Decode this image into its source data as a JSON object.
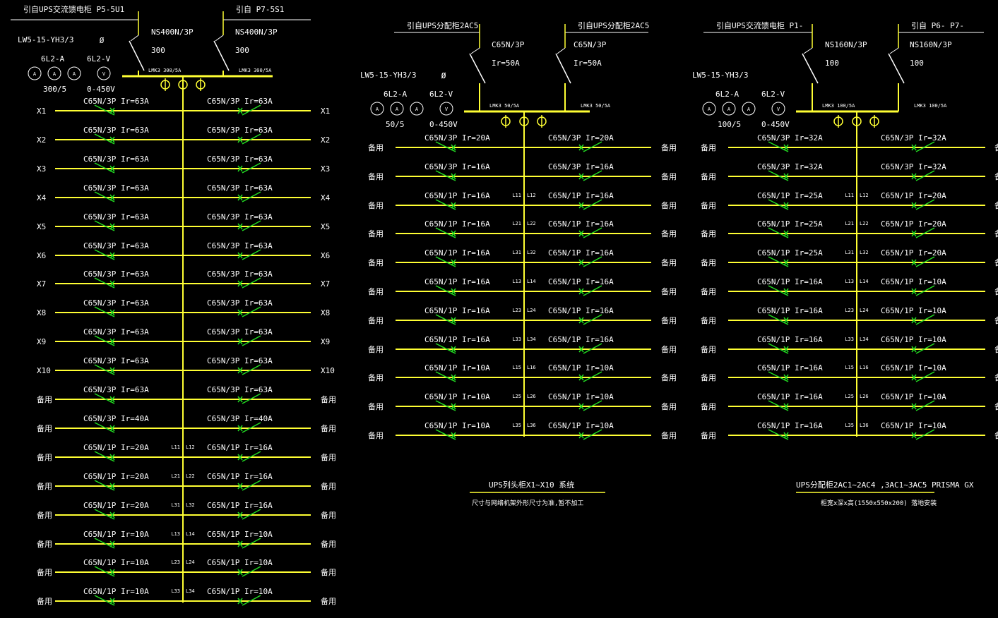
{
  "colors": {
    "background": "#000000",
    "bus": "#ffff33",
    "breaker": "#22dd22",
    "text": "#ffffff"
  },
  "panels": [
    {
      "id": "panel-1",
      "sources": [
        {
          "label": "引自UPS交流馈电柜 P5-5U1",
          "breaker": "NS400N/3P",
          "rating": "300",
          "lmk": "LMK3 300/5A"
        },
        {
          "label": "引自 P7-5S1",
          "breaker": "NS400N/3P",
          "rating": "300",
          "lmk": "LMK3 300/5A"
        }
      ],
      "meters": {
        "switch": "LW5-15-YH3/3",
        "ammeter": "6L2-A",
        "voltmeter": "6L2-V",
        "ct_ratio": "300/5",
        "v_range": "0-450V",
        "a_symbol": "A",
        "v_symbol": "V",
        "phase_symbol": "Ø"
      },
      "rows": [
        {
          "left": "C65N/3P Ir=63A",
          "right": "C65N/3P Ir=63A",
          "left_tag": "X1",
          "right_tag": "X1",
          "ll": "",
          "lr": ""
        },
        {
          "left": "C65N/3P Ir=63A",
          "right": "C65N/3P Ir=63A",
          "left_tag": "X2",
          "right_tag": "X2",
          "ll": "",
          "lr": ""
        },
        {
          "left": "C65N/3P Ir=63A",
          "right": "C65N/3P Ir=63A",
          "left_tag": "X3",
          "right_tag": "X3",
          "ll": "",
          "lr": ""
        },
        {
          "left": "C65N/3P Ir=63A",
          "right": "C65N/3P Ir=63A",
          "left_tag": "X4",
          "right_tag": "X4",
          "ll": "",
          "lr": ""
        },
        {
          "left": "C65N/3P Ir=63A",
          "right": "C65N/3P Ir=63A",
          "left_tag": "X5",
          "right_tag": "X5",
          "ll": "",
          "lr": ""
        },
        {
          "left": "C65N/3P Ir=63A",
          "right": "C65N/3P Ir=63A",
          "left_tag": "X6",
          "right_tag": "X6",
          "ll": "",
          "lr": ""
        },
        {
          "left": "C65N/3P Ir=63A",
          "right": "C65N/3P Ir=63A",
          "left_tag": "X7",
          "right_tag": "X7",
          "ll": "",
          "lr": ""
        },
        {
          "left": "C65N/3P Ir=63A",
          "right": "C65N/3P Ir=63A",
          "left_tag": "X8",
          "right_tag": "X8",
          "ll": "",
          "lr": ""
        },
        {
          "left": "C65N/3P Ir=63A",
          "right": "C65N/3P Ir=63A",
          "left_tag": "X9",
          "right_tag": "X9",
          "ll": "",
          "lr": ""
        },
        {
          "left": "C65N/3P Ir=63A",
          "right": "C65N/3P Ir=63A",
          "left_tag": "X10",
          "right_tag": "X10",
          "ll": "",
          "lr": ""
        },
        {
          "left": "C65N/3P Ir=63A",
          "right": "C65N/3P Ir=63A",
          "left_tag": "备用",
          "right_tag": "备用",
          "ll": "",
          "lr": ""
        },
        {
          "left": "C65N/3P Ir=40A",
          "right": "C65N/3P Ir=40A",
          "left_tag": "备用",
          "right_tag": "备用",
          "ll": "",
          "lr": ""
        },
        {
          "left": "C65N/1P Ir=20A",
          "right": "C65N/1P Ir=16A",
          "left_tag": "备用",
          "right_tag": "备用",
          "ll": "L11",
          "lr": "L12"
        },
        {
          "left": "C65N/1P Ir=20A",
          "right": "C65N/1P Ir=16A",
          "left_tag": "备用",
          "right_tag": "备用",
          "ll": "L21",
          "lr": "L22"
        },
        {
          "left": "C65N/1P Ir=20A",
          "right": "C65N/1P Ir=16A",
          "left_tag": "备用",
          "right_tag": "备用",
          "ll": "L31",
          "lr": "L32"
        },
        {
          "left": "C65N/1P Ir=10A",
          "right": "C65N/1P Ir=10A",
          "left_tag": "备用",
          "right_tag": "备用",
          "ll": "L13",
          "lr": "L14"
        },
        {
          "left": "C65N/1P Ir=10A",
          "right": "C65N/1P Ir=10A",
          "left_tag": "备用",
          "right_tag": "备用",
          "ll": "L23",
          "lr": "L24"
        },
        {
          "left": "C65N/1P Ir=10A",
          "right": "C65N/1P Ir=10A",
          "left_tag": "备用",
          "right_tag": "备用",
          "ll": "L33",
          "lr": "L34"
        }
      ]
    },
    {
      "id": "panel-2",
      "sources": [
        {
          "label": "引自UPS分配柜2AC5",
          "breaker": "C65N/3P",
          "rating": "Ir=50A",
          "lmk": "LMK3 50/5A"
        },
        {
          "label": "引自UPS分配柜2AC5",
          "breaker": "C65N/3P",
          "rating": "Ir=50A",
          "lmk": "LMK3 50/5A"
        }
      ],
      "meters": {
        "switch": "LW5-15-YH3/3",
        "ammeter": "6L2-A",
        "voltmeter": "6L2-V",
        "ct_ratio": "50/5",
        "v_range": "0-450V",
        "a_symbol": "A",
        "v_symbol": "V",
        "phase_symbol": "Ø"
      },
      "rows": [
        {
          "left": "C65N/3P Ir=20A",
          "right": "C65N/3P Ir=20A",
          "left_tag": "备用",
          "right_tag": "备用",
          "ll": "",
          "lr": ""
        },
        {
          "left": "C65N/3P Ir=16A",
          "right": "C65N/3P Ir=16A",
          "left_tag": "备用",
          "right_tag": "备用",
          "ll": "",
          "lr": ""
        },
        {
          "left": "C65N/1P Ir=16A",
          "right": "C65N/1P Ir=16A",
          "left_tag": "备用",
          "right_tag": "备用",
          "ll": "L11",
          "lr": "L12"
        },
        {
          "left": "C65N/1P Ir=16A",
          "right": "C65N/1P Ir=16A",
          "left_tag": "备用",
          "right_tag": "备用",
          "ll": "L21",
          "lr": "L22"
        },
        {
          "left": "C65N/1P Ir=16A",
          "right": "C65N/1P Ir=16A",
          "left_tag": "备用",
          "right_tag": "备用",
          "ll": "L31",
          "lr": "L32"
        },
        {
          "left": "C65N/1P Ir=16A",
          "right": "C65N/1P Ir=16A",
          "left_tag": "备用",
          "right_tag": "备用",
          "ll": "L13",
          "lr": "L14"
        },
        {
          "left": "C65N/1P Ir=16A",
          "right": "C65N/1P Ir=16A",
          "left_tag": "备用",
          "right_tag": "备用",
          "ll": "L23",
          "lr": "L24"
        },
        {
          "left": "C65N/1P Ir=16A",
          "right": "C65N/1P Ir=16A",
          "left_tag": "备用",
          "right_tag": "备用",
          "ll": "L33",
          "lr": "L34"
        },
        {
          "left": "C65N/1P Ir=10A",
          "right": "C65N/1P Ir=10A",
          "left_tag": "备用",
          "right_tag": "备用",
          "ll": "L15",
          "lr": "L16"
        },
        {
          "left": "C65N/1P Ir=10A",
          "right": "C65N/1P Ir=10A",
          "left_tag": "备用",
          "right_tag": "备用",
          "ll": "L25",
          "lr": "L26"
        },
        {
          "left": "C65N/1P Ir=10A",
          "right": "C65N/1P Ir=10A",
          "left_tag": "备用",
          "right_tag": "备用",
          "ll": "L35",
          "lr": "L36"
        }
      ],
      "caption": {
        "title": "UPS列头柜X1~X10 系统",
        "note": "尺寸与网络机架外形尺寸为准,暂不加工"
      }
    },
    {
      "id": "panel-3",
      "sources": [
        {
          "label": "引自UPS交流馈电柜 P1-",
          "breaker": "NS160N/3P",
          "rating": "100",
          "lmk": "LMK3 100/5A"
        },
        {
          "label": "引自 P6- P7-",
          "breaker": "NS160N/3P",
          "rating": "100",
          "lmk": "LMK3 100/5A"
        }
      ],
      "meters": {
        "switch": "LW5-15-YH3/3",
        "ammeter": "6L2-A",
        "voltmeter": "6L2-V",
        "ct_ratio": "100/5",
        "v_range": "0-450V",
        "a_symbol": "A",
        "v_symbol": "V",
        "phase_symbol": "Ø"
      },
      "rows": [
        {
          "left": "C65N/3P Ir=32A",
          "right": "C65N/3P Ir=32A",
          "left_tag": "备用",
          "right_tag": "备用",
          "ll": "",
          "lr": ""
        },
        {
          "left": "C65N/3P Ir=32A",
          "right": "C65N/3P Ir=32A",
          "left_tag": "备用",
          "right_tag": "备用",
          "ll": "",
          "lr": ""
        },
        {
          "left": "C65N/1P Ir=25A",
          "right": "C65N/1P Ir=20A",
          "left_tag": "备用",
          "right_tag": "备用",
          "ll": "L11",
          "lr": "L12"
        },
        {
          "left": "C65N/1P Ir=25A",
          "right": "C65N/1P Ir=20A",
          "left_tag": "备用",
          "right_tag": "备用",
          "ll": "L21",
          "lr": "L22"
        },
        {
          "left": "C65N/1P Ir=25A",
          "right": "C65N/1P Ir=20A",
          "left_tag": "备用",
          "right_tag": "备用",
          "ll": "L31",
          "lr": "L32"
        },
        {
          "left": "C65N/1P Ir=16A",
          "right": "C65N/1P Ir=10A",
          "left_tag": "备用",
          "right_tag": "备用",
          "ll": "L13",
          "lr": "L14"
        },
        {
          "left": "C65N/1P Ir=16A",
          "right": "C65N/1P Ir=10A",
          "left_tag": "备用",
          "right_tag": "备用",
          "ll": "L23",
          "lr": "L24"
        },
        {
          "left": "C65N/1P Ir=16A",
          "right": "C65N/1P Ir=10A",
          "left_tag": "备用",
          "right_tag": "备用",
          "ll": "L33",
          "lr": "L34"
        },
        {
          "left": "C65N/1P Ir=16A",
          "right": "C65N/1P Ir=10A",
          "left_tag": "备用",
          "right_tag": "备用",
          "ll": "L15",
          "lr": "L16"
        },
        {
          "left": "C65N/1P Ir=16A",
          "right": "C65N/1P Ir=10A",
          "left_tag": "备用",
          "right_tag": "备用",
          "ll": "L25",
          "lr": "L26"
        },
        {
          "left": "C65N/1P Ir=16A",
          "right": "C65N/1P Ir=10A",
          "left_tag": "备用",
          "right_tag": "备用",
          "ll": "L35",
          "lr": "L36"
        }
      ],
      "caption": {
        "title": "UPS分配柜2AC1~2AC4 ,3AC1~3AC5 PRISMA GX",
        "note": "柜宽x深x高(1550x550x200) 落地安装"
      }
    }
  ]
}
